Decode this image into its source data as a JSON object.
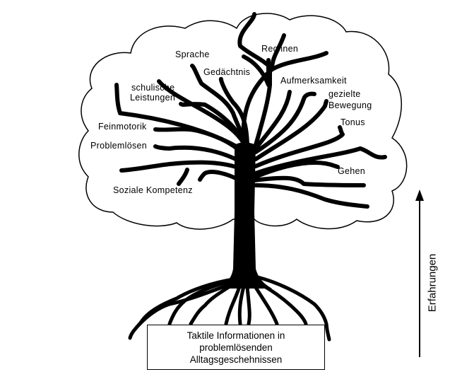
{
  "labels": {
    "rechnen": "Rechnen",
    "sprache": "Sprache",
    "gedaechtnis": "Gedächtnis",
    "aufmerksamkeit": "Aufmerksamkeit",
    "schulische_1": "schulische",
    "schulische_2": "Leistungen",
    "gezielte_1": "gezielte",
    "gezielte_2": "Bewegung",
    "feinmotorik": "Feinmotorik",
    "tonus": "Tonus",
    "problemloesen": "Problemlösen",
    "gehen": "Gehen",
    "soziale": "Soziale Kompetenz"
  },
  "root_box": {
    "lines": [
      "Taktile Informationen in",
      "problemlösenden",
      "Alltagsgeschehnissen"
    ]
  },
  "axis": {
    "label": "Erfahrungen"
  }
}
